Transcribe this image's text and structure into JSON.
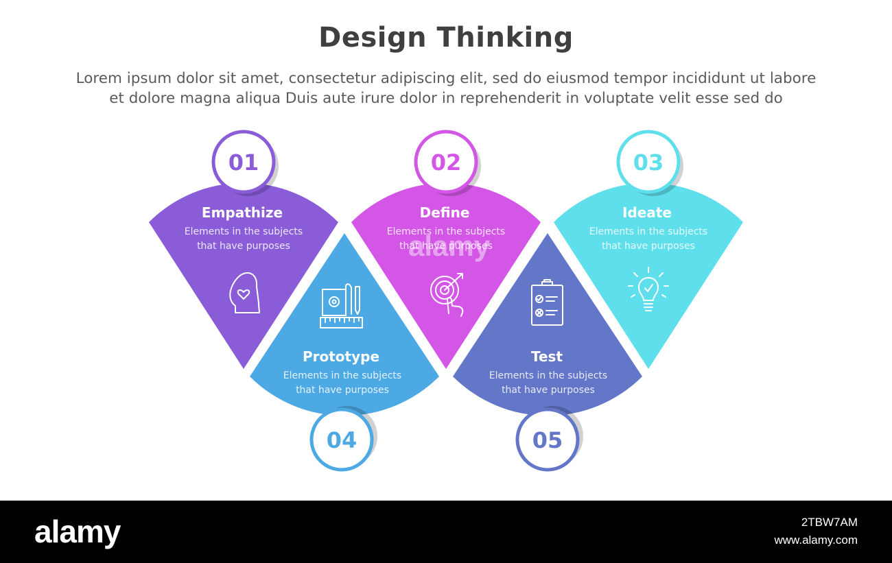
{
  "title": "Design Thinking",
  "subtitle_line1": "Lorem ipsum dolor sit amet, consectetur adipiscing elit, sed do eiusmod tempor incididunt ut labore",
  "subtitle_line2": "et dolore magna aliqua Duis aute irure dolor in reprehenderit in voluptate velit esse sed do",
  "steps": [
    {
      "number": "01",
      "title": "Empathize",
      "desc1": "Elements in the subjects",
      "desc2": "that have purposes",
      "color": "#8a5cd8",
      "icon": "head-heart-icon"
    },
    {
      "number": "02",
      "title": "Define",
      "desc1": "Elements in the subjects",
      "desc2": "that have purposes",
      "color": "#d456e6",
      "icon": "target-touch-icon"
    },
    {
      "number": "03",
      "title": "Ideate",
      "desc1": "Elements in the subjects",
      "desc2": "that have purposes",
      "color": "#5fdfec",
      "icon": "lightbulb-icon"
    },
    {
      "number": "04",
      "title": "Prototype",
      "desc1": "Elements in the subjects",
      "desc2": "that have purposes",
      "color": "#4ca9e4",
      "icon": "blueprint-ruler-icon"
    },
    {
      "number": "05",
      "title": "Test",
      "desc1": "Elements in the subjects",
      "desc2": "that have purposes",
      "color": "#6376c8",
      "icon": "clipboard-checklist-icon"
    }
  ],
  "footer": {
    "brand": "alamy",
    "image_id": "2TBW7AM",
    "url": "www.alamy.com"
  },
  "watermark": "alamy"
}
